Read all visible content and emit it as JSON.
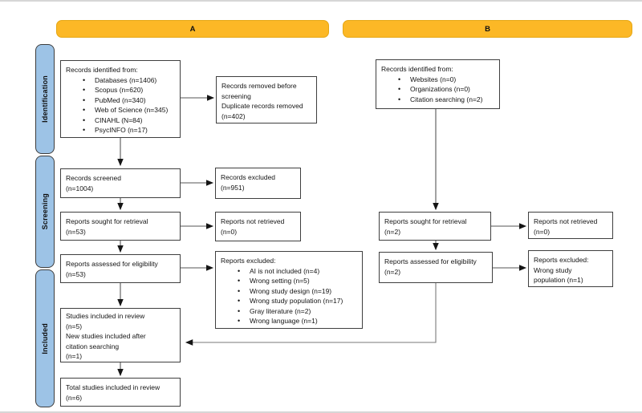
{
  "colors": {
    "banner_fill": "#FCB826",
    "sidebar_fill": "#9DC3E6",
    "box_border": "#3F3F3F"
  },
  "banners": {
    "a": "A",
    "b": "B"
  },
  "sidebar": {
    "identification": "Identification",
    "screening": "Screening",
    "included": "Included"
  },
  "column_a": {
    "records_identified": {
      "title": "Records identified from:",
      "items": [
        "Databases (n=1406)",
        "Scopus (n=620)",
        "PubMed (n=340)",
        "Web of Science (n=345)",
        "CINAHL (N=84)",
        "PsycINFO (n=17)"
      ]
    },
    "records_removed": {
      "text": "Records removed before screening\nDuplicate records removed\n(n=402)"
    },
    "records_screened": {
      "text": "Records screened\n(n=1004)"
    },
    "records_excluded": {
      "text": "Records excluded\n(n=951)"
    },
    "reports_sought": {
      "text": "Reports sought for retrieval\n(n=53)"
    },
    "reports_not_retrieved": {
      "text": "Reports not retrieved\n(n=0)"
    },
    "reports_assessed": {
      "text": "Reports assessed for eligibility\n(n=53)"
    },
    "reports_excluded": {
      "title": "Reports excluded:",
      "items": [
        "AI is not included (n=4)",
        "Wrong setting (n=5)",
        "Wrong study design (n=19)",
        "Wrong study population (n=17)",
        "Gray literature (n=2)",
        "Wrong language (n=1)"
      ]
    },
    "studies_included": {
      "text": "Studies included in review\n(n=5)\nNew studies included after\ncitation searching\n(n=1)"
    },
    "total_studies": {
      "text": "Total studies included in review\n(n=6)"
    }
  },
  "column_b": {
    "records_identified": {
      "title": "Records identified from:",
      "items": [
        "Websites (n=0)",
        "Organizations (n=0)",
        "Citation searching (n=2)"
      ]
    },
    "reports_sought": {
      "text": "Reports sought for retrieval\n(n=2)"
    },
    "reports_not_retrieved": {
      "text": "Reports not retrieved\n(n=0)"
    },
    "reports_assessed": {
      "text": "Reports assessed for eligibility\n(n=2)"
    },
    "reports_excluded": {
      "text": "Reports excluded:\nWrong study\npopulation (n=1)"
    }
  }
}
